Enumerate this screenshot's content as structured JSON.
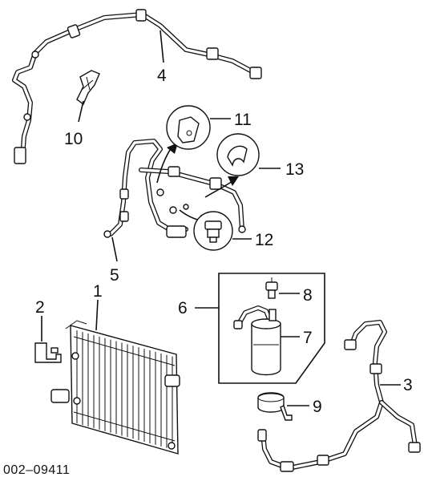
{
  "diagram": {
    "callouts": [
      "1",
      "2",
      "3",
      "4",
      "5",
      "6",
      "7",
      "8",
      "9",
      "10",
      "11",
      "12",
      "13"
    ],
    "document_number": "002–09411"
  }
}
